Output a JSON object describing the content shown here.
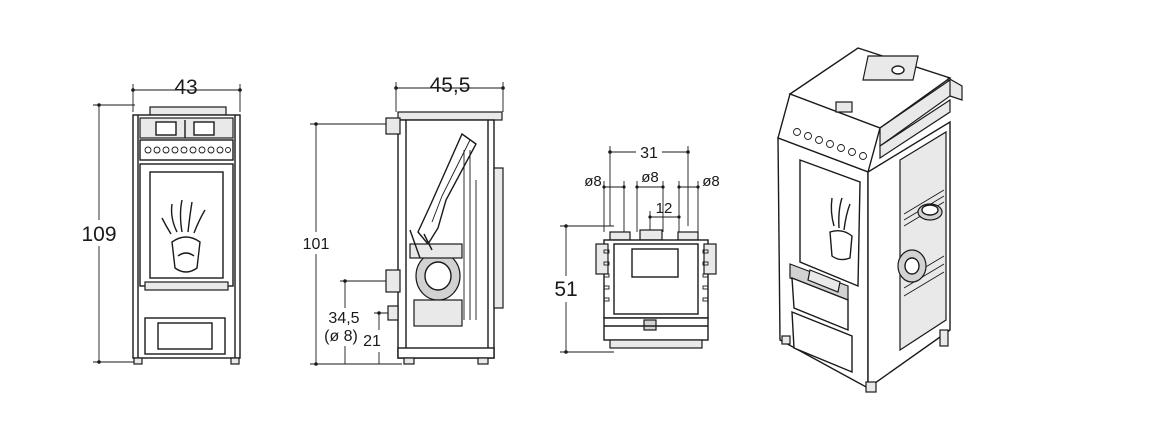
{
  "front_view": {
    "width_label": "43",
    "height_label": "109"
  },
  "side_view": {
    "depth_label": "45,5",
    "height_label": "101",
    "flue_height_label": "34,5",
    "flue_diameter_label": "(ø 8)",
    "low_outlet_label": "21"
  },
  "back_view": {
    "spacing_label": "31",
    "left_hole_label": "ø8",
    "center_hole_label": "ø8",
    "right_hole_label": "ø8",
    "offset_label": "12",
    "height_label": "51"
  },
  "colors": {
    "line": "#1a1a1a",
    "panel_fill": "#e9e9e9",
    "shade_fill": "#d2d2d2"
  }
}
